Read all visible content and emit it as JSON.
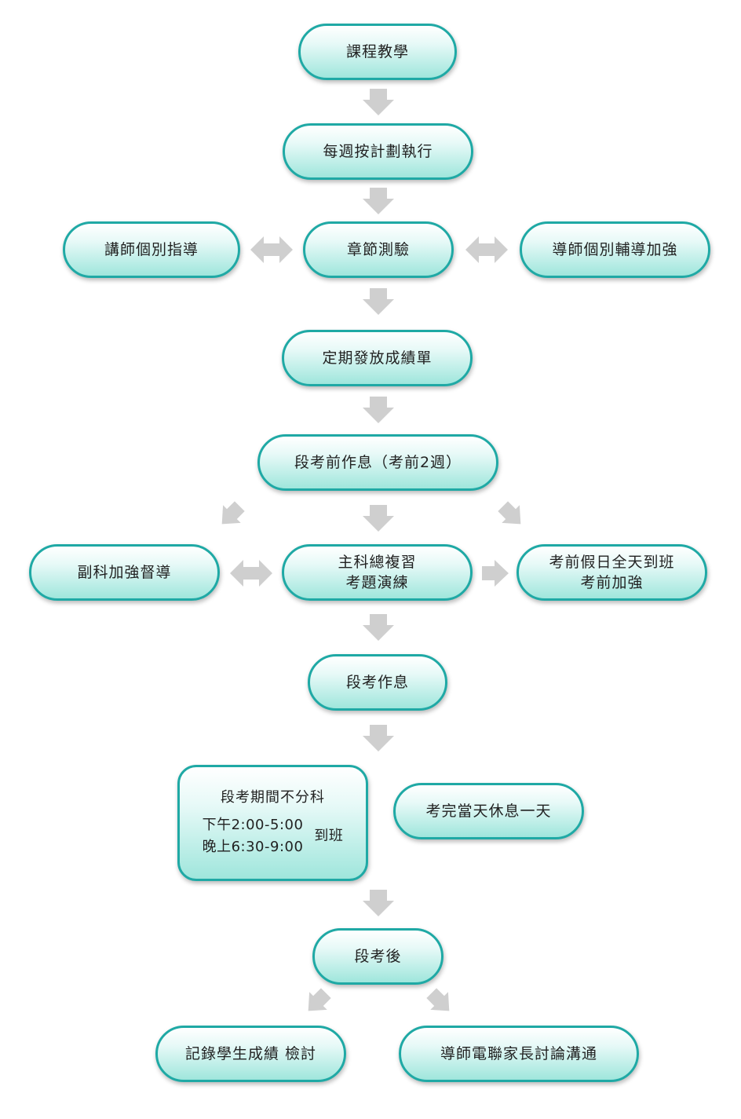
{
  "nodes": {
    "teaching": "課程教學",
    "weekly_plan": "每週按計劃執行",
    "chapter_quiz": "章節測驗",
    "lecturer_guidance": "講師個別指導",
    "tutor_guidance": "導師個別輔導加強",
    "report_card": "定期發放成績單",
    "pre_exam_schedule": "段考前作息（考前2週）",
    "minor_subjects": "副科加強督導",
    "main_subjects": [
      "主科總複習",
      "考題演練"
    ],
    "holiday_review": [
      "考前假日全天到班",
      "考前加強"
    ],
    "exam_schedule": "段考作息",
    "exam_period": {
      "title": "段考期間不分科",
      "times": [
        "下午2:00-5:00",
        "晚上6:30-9:00"
      ],
      "note": "到班"
    },
    "rest_day": "考完當天休息一天",
    "after_exam": "段考後",
    "record_scores": "記錄學生成績 檢討",
    "parent_contact": "導師電聯家長討論溝通"
  },
  "colors": {
    "border": "#1fa9a5",
    "fill_light": "#e6f9f7",
    "fill_dark": "#9fe6dc",
    "arrow": "#cfcfcf"
  }
}
